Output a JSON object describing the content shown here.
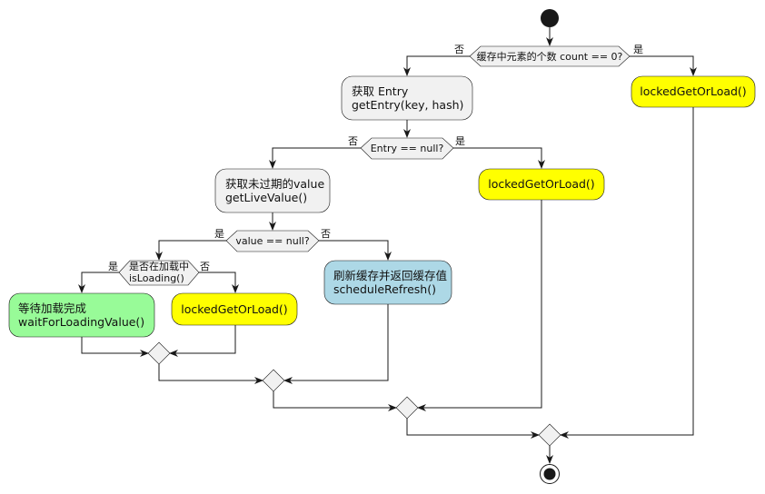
{
  "colors": {
    "default": "#f1f1f1",
    "yellow": "#ffff00",
    "blue": "#add8e6",
    "green": "#98fb98",
    "line": "#181818"
  },
  "icons": {
    "start": "filled-circle-icon",
    "stop": "bullseye-icon",
    "merge": "diamond-icon"
  },
  "labels": {
    "yes": "是",
    "no": "否"
  },
  "conditions": {
    "count_zero": "缓存中元素的个数 count == 0?",
    "entry_null": "Entry == null?",
    "value_null": "value == null?",
    "is_loading_1": "是否在加载中",
    "is_loading_2": "isLoading()"
  },
  "actions": {
    "get_entry": {
      "line1": "获取 Entry",
      "line2": "getEntry(key, hash)"
    },
    "locked_top": "lockedGetOrLoad()",
    "locked_mid": "lockedGetOrLoad()",
    "get_live": {
      "line1": "获取未过期的value",
      "line2": "getLiveValue()"
    },
    "refresh": {
      "line1": "刷新缓存并返回缓存值",
      "line2": "scheduleRefresh()"
    },
    "wait": {
      "line1": "等待加载完成",
      "line2": "waitForLoadingValue()"
    },
    "locked_low": "lockedGetOrLoad()"
  }
}
